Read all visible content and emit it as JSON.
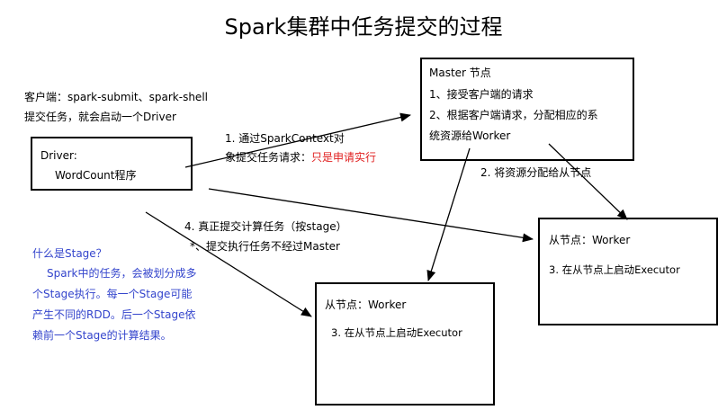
{
  "title": "Spark集群中任务提交的过程",
  "client_note": {
    "line1": "客户端：spark-submit、spark-shell",
    "line2": "提交任务，就会启动一个Driver"
  },
  "driver": {
    "label": "Driver:",
    "program": "WordCount程序"
  },
  "master": {
    "title": "Master 节点",
    "line1": "1、接受客户端的请求",
    "line2": "2、根据客户端请求，分配相应的系",
    "line3": "统资源给Worker"
  },
  "worker_right": {
    "title": "从节点：Worker",
    "task": "3. 在从节点上启动Executor"
  },
  "worker_bottom": {
    "title": "从节点：Worker",
    "task": "3. 在从节点上启动Executor"
  },
  "step1": {
    "line1": "1. 通过SparkContext对",
    "line2_prefix": "象提交任务请求：",
    "line2_highlight": "只是申请实行"
  },
  "step2": "2. 将资源分配给从节点",
  "step4": {
    "line1": "4. 真正提交计算任务（按stage）",
    "line2": "*、提交执行任务不经过Master"
  },
  "stage_note": {
    "line1": "什么是Stage？",
    "line2": "Spark中的任务，会被划分成多",
    "line3": "个Stage执行。每一个Stage可能",
    "line4": "产生不同的RDD。后一个Stage依",
    "line5": "赖前一个Stage的计算结果。"
  },
  "colors": {
    "highlight": "#e02020",
    "note_blue": "#3344cc"
  }
}
